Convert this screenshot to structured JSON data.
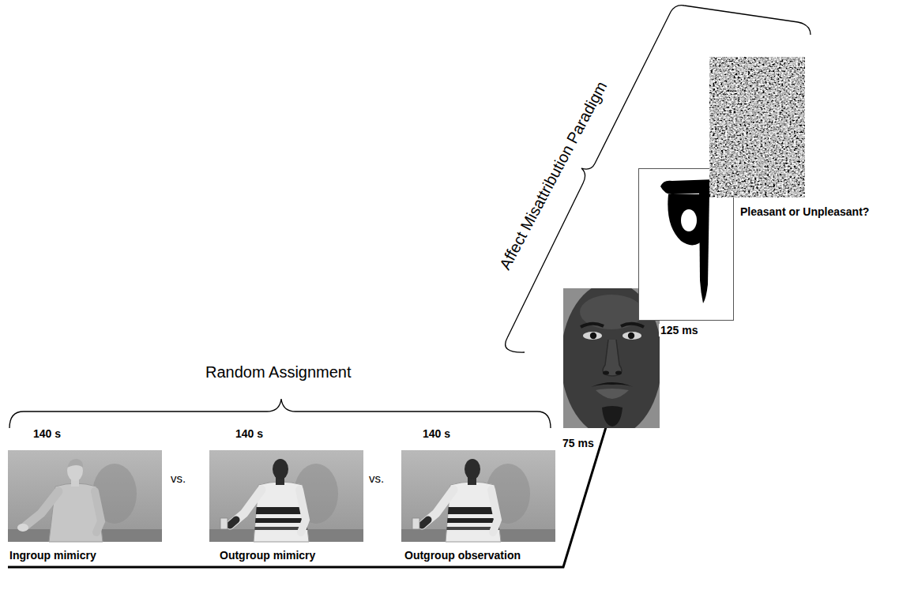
{
  "diagram": {
    "nodes": [
      {
        "text": [
          "140 s",
          "Ingroup mimicry"
        ]
      },
      {
        "text": [
          "140 s",
          "Outgroup mimicry"
        ]
      },
      {
        "text": [
          "140 s",
          "Outgroup observation"
        ]
      },
      {
        "text": [
          "75 ms"
        ]
      },
      {
        "text": [
          "125 ms"
        ]
      },
      {
        "text": [
          "Pleasant or Unpleasant?"
        ]
      }
    ],
    "labels": [
      "Random Assignment",
      "vs.",
      "vs.",
      "Affect Misattribution Paradigm"
    ]
  }
}
